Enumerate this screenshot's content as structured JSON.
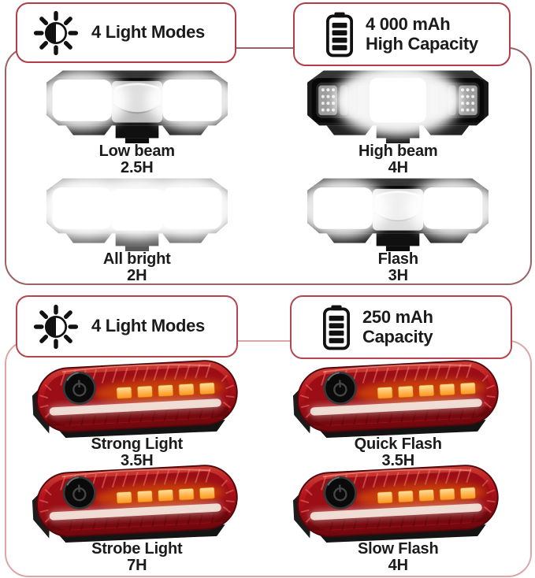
{
  "colors": {
    "top_panel_border": "#9a6264",
    "bottom_panel_border": "#dca6a6",
    "top_badge_border": "#b23d49",
    "bottom_badge_border": "#b5454e",
    "text": "#1b1b1b",
    "tail_red": "#b5121c",
    "led_amber": "#ffa733",
    "glow_white": "#ffffff"
  },
  "icons": {
    "modes": "sun-icon",
    "capacity": "battery-icon"
  },
  "sections": [
    {
      "modes_label": "4 Light Modes",
      "capacity_line1": "4 000 mAh",
      "capacity_line2": "High Capacity",
      "lights": [
        {
          "label": "Low beam",
          "runtime": "2.5H",
          "variant": "headlight-sides"
        },
        {
          "label": "High beam",
          "runtime": "4H",
          "variant": "headlight-center"
        },
        {
          "label": "All bright",
          "runtime": "2H",
          "variant": "headlight-all"
        },
        {
          "label": "Flash",
          "runtime": "3H",
          "variant": "headlight-flash"
        }
      ]
    },
    {
      "modes_label": "4 Light Modes",
      "capacity_line1": "250 mAh",
      "capacity_line2": "Capacity",
      "lights": [
        {
          "label": "Strong Light",
          "runtime": "3.5H",
          "variant": "taillight"
        },
        {
          "label": "Quick Flash",
          "runtime": "3.5H",
          "variant": "taillight"
        },
        {
          "label": "Strobe Light",
          "runtime": "7H",
          "variant": "taillight"
        },
        {
          "label": "Slow Flash",
          "runtime": "4H",
          "variant": "taillight"
        }
      ]
    }
  ]
}
